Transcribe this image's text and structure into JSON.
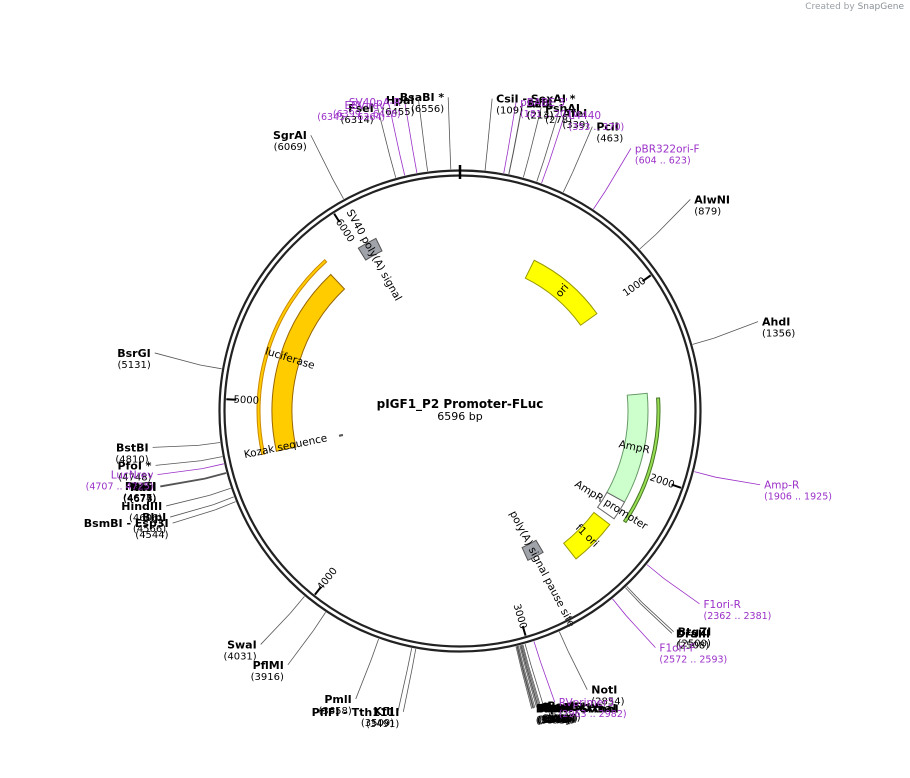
{
  "watermark": {
    "prefix": "Created by",
    "brand": "SnapGene"
  },
  "plasmid": {
    "name": "pIGF1_P2 Promoter-FLuc",
    "size_label": "6596 bp",
    "length": 6596
  },
  "ticks": [
    {
      "pos": 1000,
      "label": "1000"
    },
    {
      "pos": 2000,
      "label": "2000"
    },
    {
      "pos": 3000,
      "label": "3000"
    },
    {
      "pos": 4000,
      "label": "4000"
    },
    {
      "pos": 5000,
      "label": "5000"
    },
    {
      "pos": 6000,
      "label": "6000"
    }
  ],
  "features": [
    {
      "name": "ori",
      "label": "ori",
      "start": 1000,
      "end": 480,
      "color": "#ffff00",
      "stroke": "#999900",
      "ring": "inner",
      "dir": -1
    },
    {
      "name": "ampr",
      "label": "AmpR",
      "start": 1550,
      "end": 2180,
      "color": "#ccffcc",
      "stroke": "#669966",
      "ring": "inner",
      "dir": -1
    },
    {
      "name": "ampr-promoter",
      "label": "AmpR promoter",
      "start": 2180,
      "end": 2290,
      "color": "#ffffff",
      "stroke": "#666666",
      "ring": "inner",
      "dir": -1
    },
    {
      "name": "f1-ori",
      "label": "f1 ori",
      "start": 2330,
      "end": 2600,
      "color": "#ffff00",
      "stroke": "#999900",
      "ring": "inner",
      "dir": -1
    },
    {
      "name": "luciferase",
      "label": "luciferase",
      "start": 4720,
      "end": 5800,
      "color": "#ffcc00",
      "stroke": "#996600",
      "ring": "inner",
      "dir": 1
    },
    {
      "name": "sv40-polya",
      "label": "SV40 poly(A) signal",
      "start": 6010,
      "end": 6120,
      "color": "#a0a4aa",
      "stroke": "#555555",
      "ring": "inner",
      "dir": 0
    },
    {
      "name": "polya-pause",
      "label": "poly(A) signal pause site",
      "start": 2740,
      "end": 2850,
      "color": "#a0a4aa",
      "stroke": "#555555",
      "ring": "inner",
      "dir": 0
    },
    {
      "name": "kozak",
      "label": "Kozak sequence",
      "start": 4730,
      "end": 4740,
      "color": "#888888",
      "stroke": "#555555",
      "ring": "inner",
      "dir": 0
    }
  ],
  "enzymes": [
    {
      "name": "BsaBI",
      "mark": "*",
      "pos": "(6556)",
      "side": "L",
      "loc": 6556
    },
    {
      "name": "HpaI",
      "mark": "",
      "pos": "(6455)",
      "side": "L",
      "loc": 6455
    },
    {
      "name": "FseI",
      "mark": "",
      "pos": "(6314)",
      "side": "L",
      "loc": 6314
    },
    {
      "name": "SgrAI",
      "mark": "",
      "pos": "(6069)",
      "side": "L",
      "loc": 6069
    },
    {
      "name": "BsrGI",
      "mark": "",
      "pos": "(5131)",
      "side": "L",
      "loc": 5131
    },
    {
      "name": "BstBI",
      "mark": "",
      "pos": "(4810)",
      "side": "L",
      "loc": 4810
    },
    {
      "name": "PfoI",
      "mark": "*",
      "pos": "(4748)",
      "side": "L",
      "loc": 4748
    },
    {
      "name": "PluTI",
      "mark": "",
      "pos": "(4677)",
      "side": "L",
      "loc": 4677
    },
    {
      "name": "SfoI",
      "mark": "",
      "pos": "(4675)",
      "side": "L",
      "loc": 4675
    },
    {
      "name": "NarI",
      "mark": "",
      "pos": "(4674)",
      "side": "L",
      "loc": 4674
    },
    {
      "name": "KasI",
      "mark": "",
      "pos": "(4673)",
      "side": "L",
      "loc": 4673
    },
    {
      "name": "HindIII",
      "mark": "",
      "pos": "(4606)",
      "side": "L",
      "loc": 4606
    },
    {
      "name": "BlpI",
      "mark": "",
      "pos": "(4566)",
      "side": "L",
      "loc": 4566
    },
    {
      "name": "BsmBI - Esp3I",
      "mark": "",
      "pos": "(4544)",
      "side": "L",
      "loc": 4544
    },
    {
      "name": "SwaI",
      "mark": "",
      "pos": "(4031)",
      "side": "L",
      "loc": 4031
    },
    {
      "name": "PflMI",
      "mark": "",
      "pos": "(3916)",
      "side": "L",
      "loc": 3916
    },
    {
      "name": "PmlI",
      "mark": "",
      "pos": "(3658)",
      "side": "L",
      "loc": 3658
    },
    {
      "name": "KflI",
      "mark": "",
      "pos": "(3509)",
      "side": "L",
      "loc": 3509
    },
    {
      "name": "PflFI - Tth111I",
      "mark": "",
      "pos": "(3491)",
      "side": "L",
      "loc": 3491
    },
    {
      "name": "CsiI - SexAI",
      "mark": "*",
      "pos": "(109)",
      "side": "R",
      "loc": 109
    },
    {
      "name": "SalI",
      "mark": "",
      "pos": "(213)",
      "side": "R",
      "loc": 213
    },
    {
      "name": "AccI",
      "mark": "",
      "pos": "(214)",
      "side": "R",
      "loc": 214
    },
    {
      "name": "PshAI",
      "mark": "",
      "pos": "(278)",
      "side": "R",
      "loc": 278
    },
    {
      "name": "AfeI",
      "mark": "",
      "pos": "(339)",
      "side": "R",
      "loc": 339
    },
    {
      "name": "PciI",
      "mark": "",
      "pos": "(463)",
      "side": "R",
      "loc": 463
    },
    {
      "name": "AlwNI",
      "mark": "",
      "pos": "(879)",
      "side": "R",
      "loc": 879
    },
    {
      "name": "AhdI",
      "mark": "",
      "pos": "(1356)",
      "side": "R",
      "loc": 1356
    },
    {
      "name": "BtgZI",
      "mark": "",
      "pos": "(2500)",
      "side": "R",
      "loc": 2500
    },
    {
      "name": "DraIII",
      "mark": "",
      "pos": "(2508)",
      "side": "R",
      "loc": 2508
    },
    {
      "name": "NotI",
      "mark": "",
      "pos": "(2854)",
      "side": "R",
      "loc": 2854
    },
    {
      "name": "BsgI",
      "mark": "",
      "pos": "(3012)",
      "side": "R",
      "loc": 3012
    },
    {
      "name": "Acc65I",
      "mark": "",
      "pos": "(3022)",
      "side": "R",
      "loc": 3022
    },
    {
      "name": "KpnI",
      "mark": "",
      "pos": "(3026)",
      "side": "R",
      "loc": 3026
    },
    {
      "name": "Eco53kI",
      "mark": "",
      "pos": "(3030)",
      "side": "R",
      "loc": 3030
    },
    {
      "name": "SacI",
      "mark": "",
      "pos": "(3032)",
      "side": "R",
      "loc": 3032
    },
    {
      "name": "MluI",
      "mark": "",
      "pos": "(3036)",
      "side": "R",
      "loc": 3036
    },
    {
      "name": "NheI",
      "mark": "",
      "pos": "(3042)",
      "side": "R",
      "loc": 3042
    },
    {
      "name": "BmtI",
      "mark": "",
      "pos": "(3046)",
      "side": "R",
      "loc": 3046
    },
    {
      "name": "TspMI - XmaI",
      "mark": "",
      "pos": "(3047)",
      "side": "R",
      "loc": 3047
    },
    {
      "name": "SmaI - SrfI",
      "mark": "",
      "pos": "(3049)",
      "side": "R",
      "loc": 3049
    },
    {
      "name": "PaeR7I - XhoI",
      "mark": "",
      "pos": "(3053)",
      "side": "R",
      "loc": 3053
    }
  ],
  "primers": [
    {
      "name": "SV40pA-R",
      "range": "(6399 .. 6418)",
      "side": "L",
      "loc": 6408
    },
    {
      "name": "EBV-rev",
      "range": "(6345 .. 6364)",
      "side": "L",
      "loc": 6354
    },
    {
      "name": "LucNrev",
      "range": "(4707 .. 4725)",
      "side": "L",
      "loc": 4716
    },
    {
      "name": "pBABE 3'",
      "range": "(181 .. 201)",
      "side": "R",
      "loc": 191
    },
    {
      "name": "L4440",
      "range": "(353 .. 370)",
      "side": "R",
      "loc": 361
    },
    {
      "name": "pBR322ori-F",
      "range": "(604 .. 623)",
      "side": "R",
      "loc": 613
    },
    {
      "name": "Amp-R",
      "range": "(1906 .. 1925)",
      "side": "R",
      "loc": 1915
    },
    {
      "name": "F1ori-R",
      "range": "(2362 .. 2381)",
      "side": "R",
      "loc": 2371
    },
    {
      "name": "F1ori-F",
      "range": "(2572 .. 2593)",
      "side": "R",
      "loc": 2582
    },
    {
      "name": "RVprimer3",
      "range": "(2963 .. 2982)",
      "side": "R",
      "loc": 2972
    }
  ]
}
